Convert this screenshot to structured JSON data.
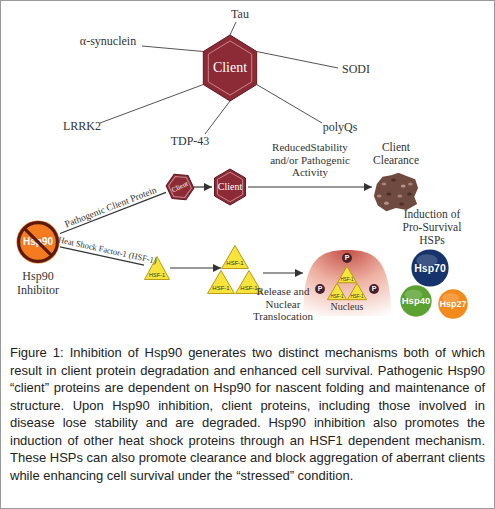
{
  "diagram": {
    "caption": "Figure 1: Inhibition of Hsp90 generates two distinct mechanisms both of which result in client protein degradation and enhanced cell survival. Pathogenic Hsp90 “client” proteins are dependent on Hsp90 for nascent folding and maintenance of structure. Upon Hsp90 inhibition, client proteins, including those involved in disease lose stability and are degraded. Hsp90 inhibition also promotes the induction of other heat shock proteins through an HSF1 dependent mechanism. These HSPs can also promote clearance and block aggregation of aberrant clients while enhancing cell survival under the “stressed” condition.",
    "nodes": [
      {
        "text": [
          "Client"
        ]
      },
      {
        "text": [
          "Hsp90",
          "Hsp90 Inhibitor"
        ]
      },
      {
        "text": [
          "Client"
        ]
      },
      {
        "text": [
          "Client"
        ]
      },
      {
        "text": [
          "Client Clearance"
        ]
      },
      {
        "text": [
          "HSF-1"
        ]
      },
      {
        "text": [
          "HSF-1"
        ]
      },
      {
        "text": [
          "HSF-1"
        ]
      },
      {
        "text": [
          "HSF-1"
        ]
      },
      {
        "text": [
          "Nucleus"
        ]
      },
      {
        "text": [
          "HSF-1"
        ],
        "in": 9
      },
      {
        "text": [
          "HSF-1"
        ],
        "in": 9
      },
      {
        "text": [
          "HSF-1"
        ],
        "in": 9
      },
      {
        "text": [
          "P"
        ],
        "in": 9
      },
      {
        "text": [
          "P"
        ],
        "in": 9
      },
      {
        "text": [
          "P"
        ],
        "in": 9
      },
      {
        "text": [
          "Hsp70"
        ]
      },
      {
        "text": [
          "Hsp40"
        ]
      },
      {
        "text": [
          "Hsp27"
        ]
      }
    ],
    "edges": [
      {
        "from": 1,
        "to": 2,
        "arrow": "none",
        "label": "Pathogenic Client Protein"
      },
      {
        "from": 2,
        "to": 3,
        "arrow": "to"
      },
      {
        "from": 3,
        "to": 4,
        "arrow": "to",
        "label": "ReducedStability and/or Pathogenic Activity"
      },
      {
        "from": 1,
        "to": 5,
        "arrow": "none",
        "label": "Heat Shock Factor-1 (HSF-1)"
      },
      {
        "from": 5,
        "to": 6,
        "arrow": "to"
      },
      {
        "from": 8,
        "to": 9,
        "arrow": "to",
        "label": "Release and Nuclear Translocation"
      }
    ],
    "labels": [
      "Tau",
      "α-synuclein",
      "SODI",
      "LRRK2",
      "polyQs",
      "TDP-43",
      "Induction of Pro-Survival HSPs"
    ]
  }
}
